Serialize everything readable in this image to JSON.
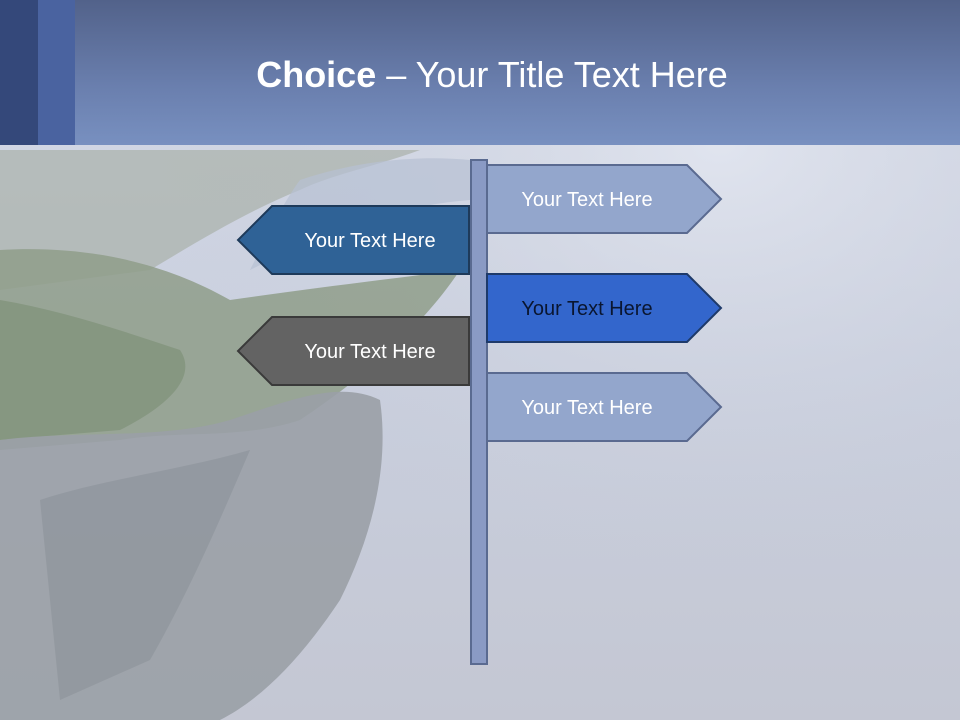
{
  "title": {
    "bold": "Choice",
    "rest": " – Your Title Text Here"
  },
  "signs": {
    "right_top": {
      "label": "Your Text Here",
      "fill": "#93a6cc",
      "text_color": "#ffffff"
    },
    "left_top": {
      "label": "Your Text Here",
      "fill": "#2f6296",
      "text_color": "#ffffff"
    },
    "right_middle": {
      "label": "Your Text Here",
      "fill": "#3366cc",
      "text_color": "#0a1630"
    },
    "left_bottom": {
      "label": "Your Text Here",
      "fill": "#636363",
      "text_color": "#ffffff"
    },
    "right_bottom": {
      "label": "Your Text Here",
      "fill": "#93a6cc",
      "text_color": "#ffffff"
    }
  },
  "colors": {
    "header": "#6a7fae",
    "post": "#8a9ac4",
    "sign_border": "#5a6a90"
  }
}
